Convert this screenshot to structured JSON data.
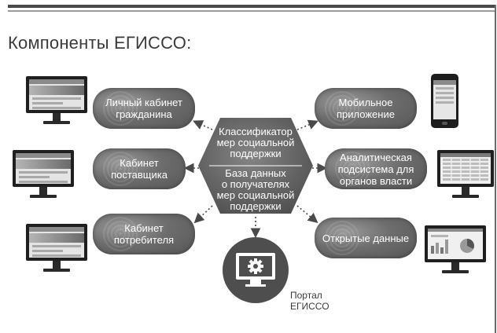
{
  "title": "Компоненты ЕГИССО:",
  "center": {
    "top_text": "Классификатор\nмер социальной\nподдержки",
    "bottom_text": "База данных\nо получателях\nмер социальной\nподдержки"
  },
  "left_nodes": [
    {
      "label": "Личный кабинет\nгражданина"
    },
    {
      "label": "Кабинет\nпоставщика"
    },
    {
      "label": "Кабинет\nпотребителя"
    }
  ],
  "right_nodes": [
    {
      "label": "Мобильное\nприложение"
    },
    {
      "label": "Аналитическая\nподсистема для\nорганов власти"
    },
    {
      "label": "Открытые данные"
    }
  ],
  "portal": {
    "label": "Портал\nЕГИССО"
  },
  "icons": [
    "desktop-monitor-icon",
    "smartphone-icon",
    "gear-monitor-icon",
    "dashboard-monitor-icon"
  ],
  "colors": {
    "pill": "#6d6d6d",
    "hexagon": "#5e5e5e",
    "portal": "#4a4a4a",
    "text": "#3a3a3a"
  }
}
